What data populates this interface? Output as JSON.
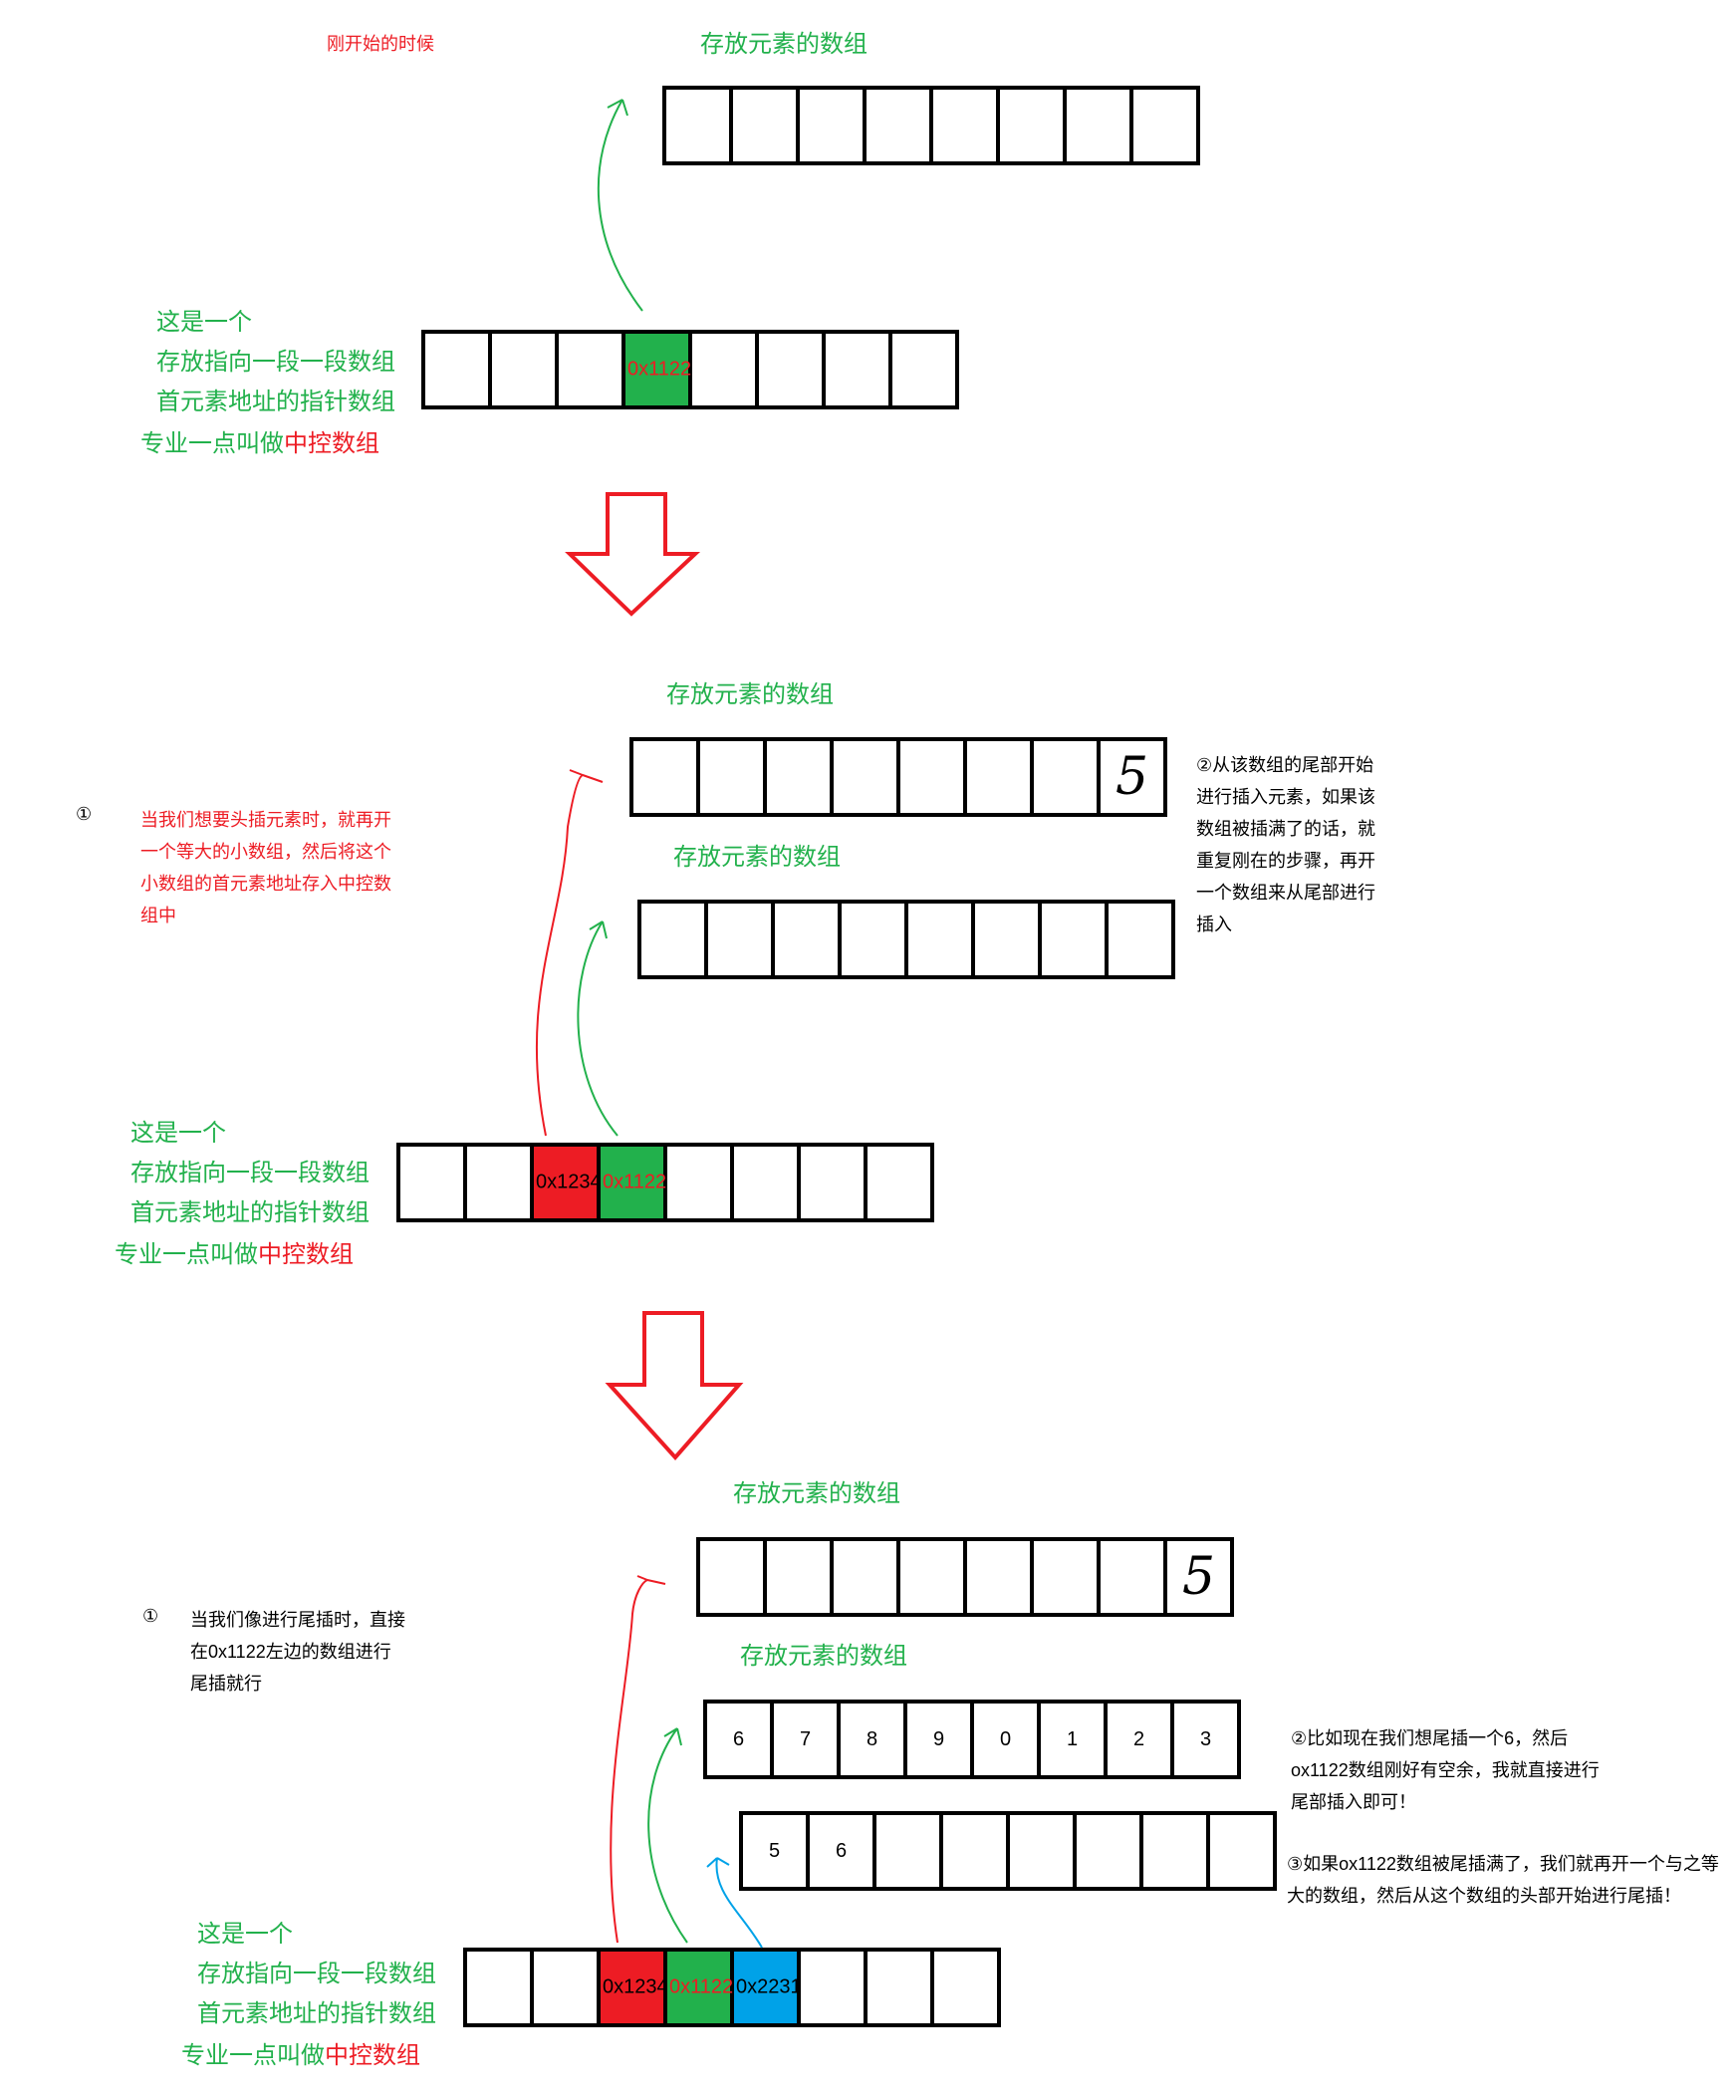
{
  "stage1": {
    "caption": "刚开始的时候",
    "element_array_label": "存放元素的数组",
    "control_label": {
      "line1": "这是一个",
      "line2": "存放指向一段一段数组",
      "line3": "首元素地址的指针数组",
      "line4_prefix": "专业一点叫做",
      "line4_highlight": "中控数组"
    },
    "control_cells": [
      "",
      "",
      "",
      "0x1122",
      "",
      "",
      "",
      ""
    ]
  },
  "stage2": {
    "element_array_label_top": "存放元素的数组",
    "element_array_label_mid": "存放元素的数组",
    "top_array_cells": [
      "",
      "",
      "",
      "",
      "",
      "",
      "",
      "5"
    ],
    "note1_marker": "①",
    "note1_lines": [
      "当我们想要头插元素时，就再开",
      "一个等大的小数组，然后将这个",
      "小数组的首元素地址存入中控数",
      "组中"
    ],
    "note2_lines": [
      "②从该数组的尾部开始",
      "进行插入元素，如果该",
      "数组被插满了的话，就",
      "重复刚在的步骤，再开",
      "一个数组来从尾部进行",
      "插入"
    ],
    "control_label": {
      "line1": "这是一个",
      "line2": "存放指向一段一段数组",
      "line3": "首元素地址的指针数组",
      "line4_prefix": "专业一点叫做",
      "line4_highlight": "中控数组"
    },
    "control_cells": [
      "",
      "",
      "0x1234",
      "0x1122",
      "",
      "",
      "",
      ""
    ]
  },
  "stage3": {
    "element_array_label_top": "存放元素的数组",
    "element_array_label_mid": "存放元素的数组",
    "top_array_cells": [
      "",
      "",
      "",
      "",
      "",
      "",
      "",
      "5"
    ],
    "mid_array_cells": [
      "6",
      "7",
      "8",
      "9",
      "0",
      "1",
      "2",
      "3"
    ],
    "low_array_cells": [
      "5",
      "6",
      "",
      "",
      "",
      "",
      "",
      ""
    ],
    "note1_marker": "①",
    "note1_lines": [
      "当我们像进行尾插时，直接",
      "在0x1122左边的数组进行",
      "尾插就行"
    ],
    "note2_lines": [
      "②比如现在我们想尾插一个6，然后",
      "ox1122数组刚好有空余，我就直接进行",
      "尾部插入即可！"
    ],
    "note3_lines": [
      "③如果ox1122数组被尾插满了，我们就再开一个与之等",
      "大的数组，然后从这个数组的头部开始进行尾插！"
    ],
    "control_label": {
      "line1": "这是一个",
      "line2": "存放指向一段一段数组",
      "line3": "首元素地址的指针数组",
      "line4_prefix": "专业一点叫做",
      "line4_highlight": "中控数组"
    },
    "control_cells": [
      "",
      "",
      "0x1234",
      "0x1122",
      "0x2231",
      "",
      "",
      ""
    ]
  },
  "colors": {
    "green": "#22b14c",
    "red": "#ed1c24",
    "blue": "#00a2e8",
    "border": "#000000"
  }
}
